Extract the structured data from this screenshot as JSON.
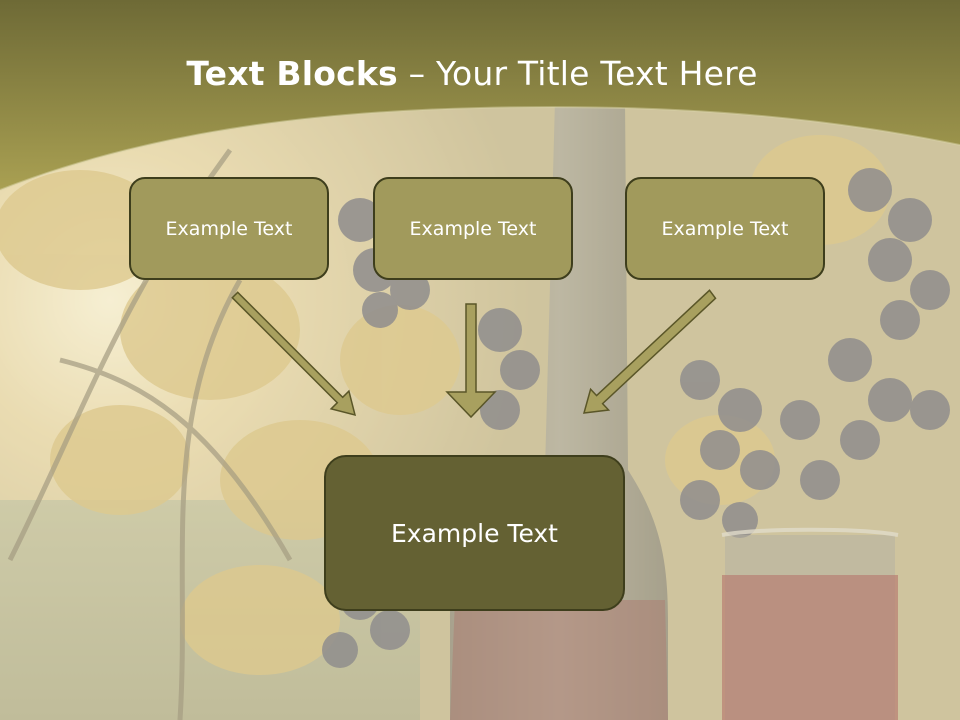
{
  "slide": {
    "title_bold": "Text Blocks",
    "title_dash": " – ",
    "title_rest": "Your Title Text Here",
    "top_blocks": [
      {
        "label": "Example Text"
      },
      {
        "label": "Example Text"
      },
      {
        "label": "Example Text"
      }
    ],
    "bottom_block": {
      "label": "Example Text"
    }
  },
  "colors": {
    "header_band": "#a39a4f",
    "header_dark": "#6e6a36",
    "small_box_fill": "#a19a5c",
    "big_box_fill": "#646133",
    "box_border": "#3e3e1c",
    "arrow_fill": "#a8a05f"
  }
}
